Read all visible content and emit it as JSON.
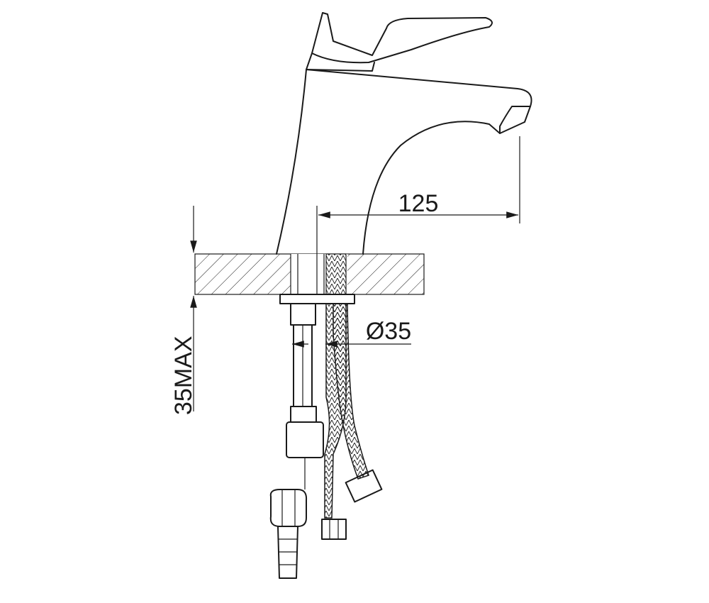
{
  "drawing": {
    "dimensions": {
      "spout_reach": "125",
      "hole_diameter": "Ø35",
      "max_counter_thickness": "35MAX"
    },
    "colors": {
      "line": "#1a1a1a",
      "background": "#ffffff"
    }
  }
}
